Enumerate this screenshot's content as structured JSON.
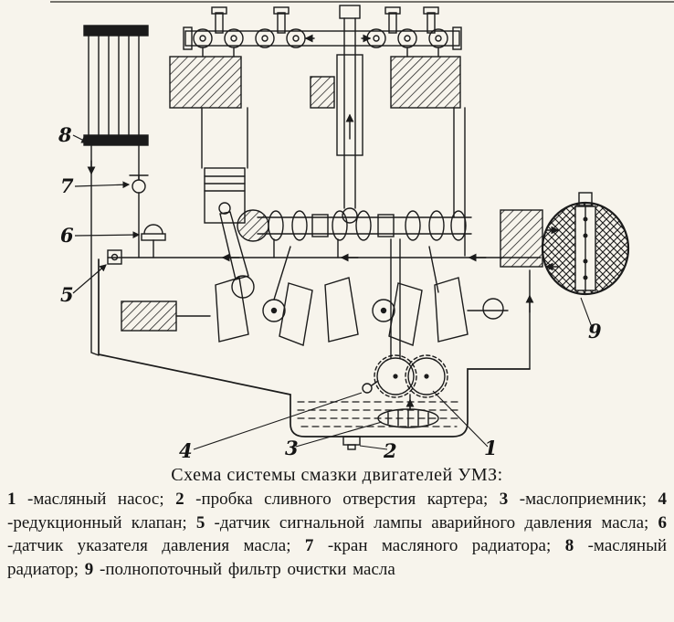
{
  "page": {
    "paper_color": "#f7f4ec",
    "ink_color": "#1b1b1b"
  },
  "diagram": {
    "description": "engine-lubrication-system-schematic",
    "callouts": [
      {
        "n": "1"
      },
      {
        "n": "2"
      },
      {
        "n": "3"
      },
      {
        "n": "4"
      },
      {
        "n": "5"
      },
      {
        "n": "6"
      },
      {
        "n": "7"
      },
      {
        "n": "8"
      },
      {
        "n": "9"
      }
    ]
  },
  "caption": {
    "title": "Схема системы смазки двигателей УМЗ:",
    "items": [
      {
        "num": "1",
        "text": "-масляный насос;"
      },
      {
        "num": "2",
        "text": "-пробка сливного отверстия картера;"
      },
      {
        "num": "3",
        "text": "-маслоприемник;"
      },
      {
        "num": "4",
        "text": "-редукционный клапан;"
      },
      {
        "num": "5",
        "text": "-датчик сигнальной лампы аварийного давления масла;"
      },
      {
        "num": "6",
        "text": "-датчик указателя давления масла;"
      },
      {
        "num": "7",
        "text": "-кран масляного радиатора;"
      },
      {
        "num": "8",
        "text": "-масляный радиатор;"
      },
      {
        "num": "9",
        "text": "-полнопоточный фильтр очистки масла"
      }
    ]
  }
}
